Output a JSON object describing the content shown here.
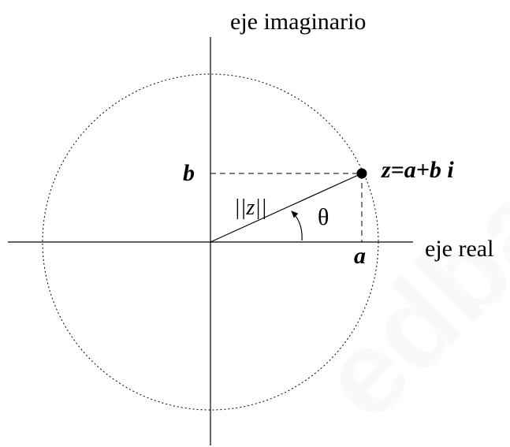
{
  "labels": {
    "imaginary_axis": "eje imaginario",
    "real_axis": "eje real",
    "b": "b",
    "a": "a",
    "z": "z=a+b i",
    "modulus": "||z||",
    "theta": "θ"
  },
  "watermark": "edba",
  "colors": {
    "ink": "#000000",
    "background": "#ffffff"
  }
}
